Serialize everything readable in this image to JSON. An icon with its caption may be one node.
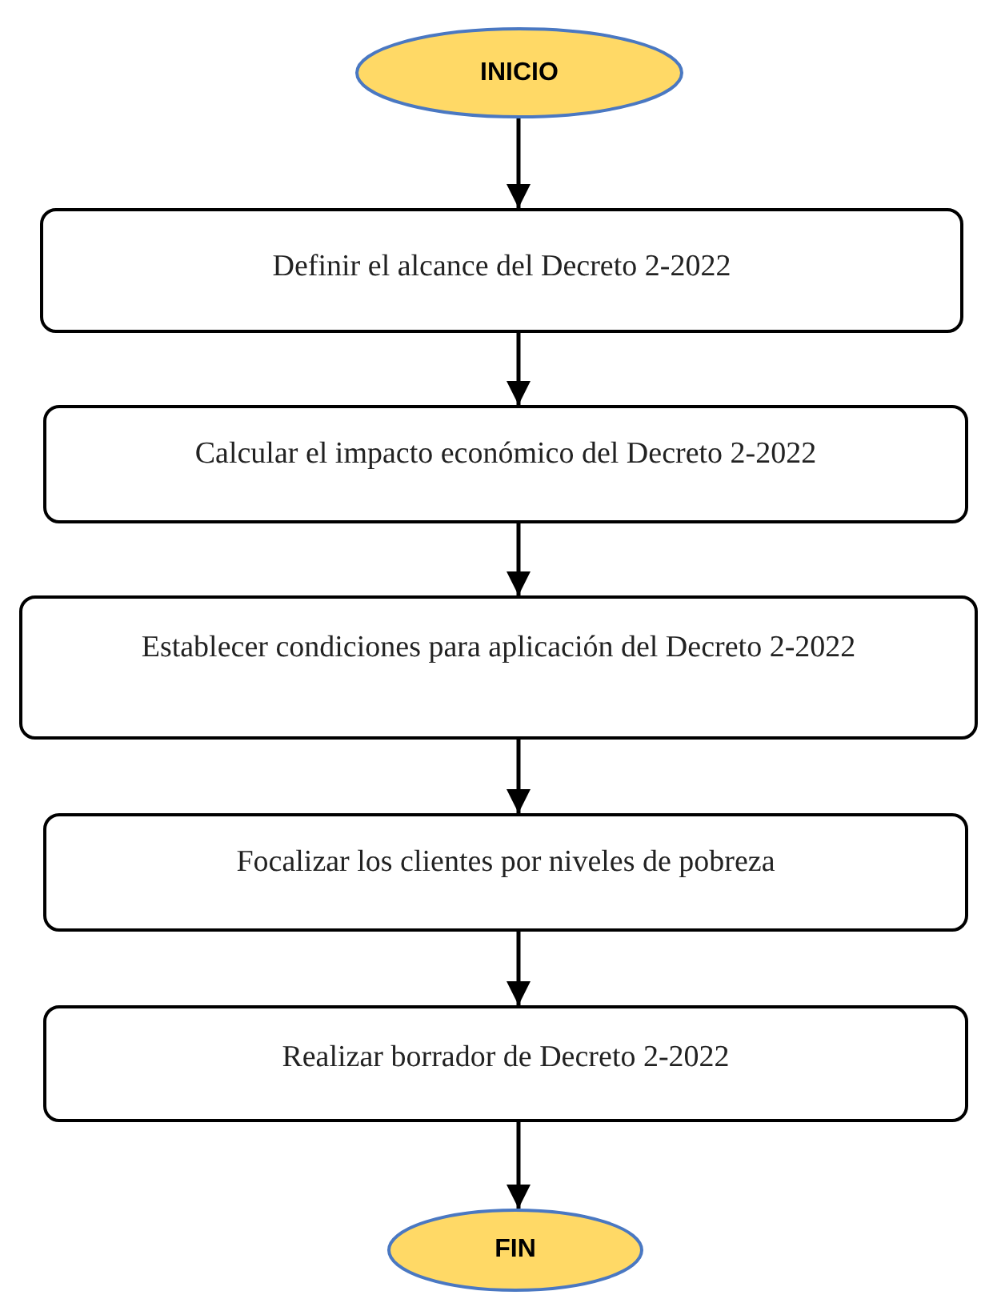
{
  "diagram": {
    "nodes": [
      {
        "text": [
          "INICIO"
        ]
      },
      {
        "text": [
          "Definir el alcance del Decreto 2-2022"
        ]
      },
      {
        "text": [
          "Calcular el impacto económico del Decreto 2-2022"
        ]
      },
      {
        "text": [
          "Establecer condiciones para aplicación del Decreto 2-2022"
        ]
      },
      {
        "text": [
          "Focalizar los clientes por niveles de pobreza"
        ]
      },
      {
        "text": [
          "Realizar borrador de Decreto 2-2022"
        ]
      },
      {
        "text": [
          "FIN"
        ]
      }
    ],
    "edges": [
      {
        "from": 0,
        "to": 1,
        "arrow": "to"
      },
      {
        "from": 1,
        "to": 2,
        "arrow": "to"
      },
      {
        "from": 2,
        "to": 3,
        "arrow": "to"
      },
      {
        "from": 3,
        "to": 4,
        "arrow": "to"
      },
      {
        "from": 4,
        "to": 5,
        "arrow": "to"
      },
      {
        "from": 5,
        "to": 6,
        "arrow": "to"
      }
    ]
  }
}
